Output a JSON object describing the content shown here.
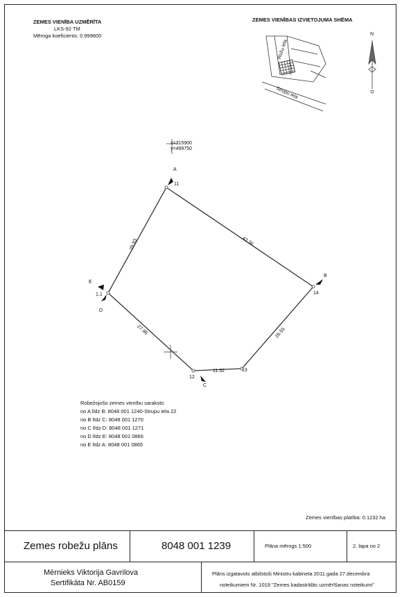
{
  "header": {
    "survey_title": "ZEMES VIENĪBA UZMĒRĪTA",
    "coord_system": "LKS-92 TM",
    "scale_coef": "Mēroga koeficients: 0.999600",
    "scheme_title": "ZEMES VIENĪBAS IZVIETOJUMA SHĒMA",
    "street_1": "Rožu iela",
    "street_2": "Strupu iela",
    "north_label": "N"
  },
  "plot": {
    "grid_x": "x=315900",
    "grid_y": "y=499750",
    "points": [
      "11",
      "14",
      "13",
      "12",
      "1.1"
    ],
    "edges": [
      "43.36",
      "26.55",
      "11.32",
      "27.96",
      "29.83"
    ],
    "neighbor_markers": [
      "A",
      "B",
      "C",
      "D",
      "E"
    ]
  },
  "neighbors": {
    "title": "Robežojošo zemes vienību saraksts:",
    "rows": [
      "no A līdz B: 8048 001 1240-Strupu iela 22",
      "no B līdz C: 8048 001 1270",
      "no C līdz D: 8048 001 1271",
      "no D līdz E: 8048 001 0866",
      "no E līdz A: 8048 001 0865"
    ]
  },
  "area": "Zemes vienības platība: 0.1232 ha",
  "footer": {
    "doc_title": "Zemes robežu plāns",
    "cadastral_number": "8048 001 1239",
    "scale": "Plāna mērogs 1:500",
    "page": "2. lapa no 2",
    "surveyor": "Mērnieks Viktorija Gavrilova",
    "certificate": "Sertifikāta Nr. AB0159",
    "note_1": "Plāns izgatavots atbilstoši Ministru kabineta 2011.gada 27.decembra",
    "note_2": "noteikumiem Nr. 1019 \"Zemes kadastrālās uzmērīšanas noteikumi\""
  }
}
